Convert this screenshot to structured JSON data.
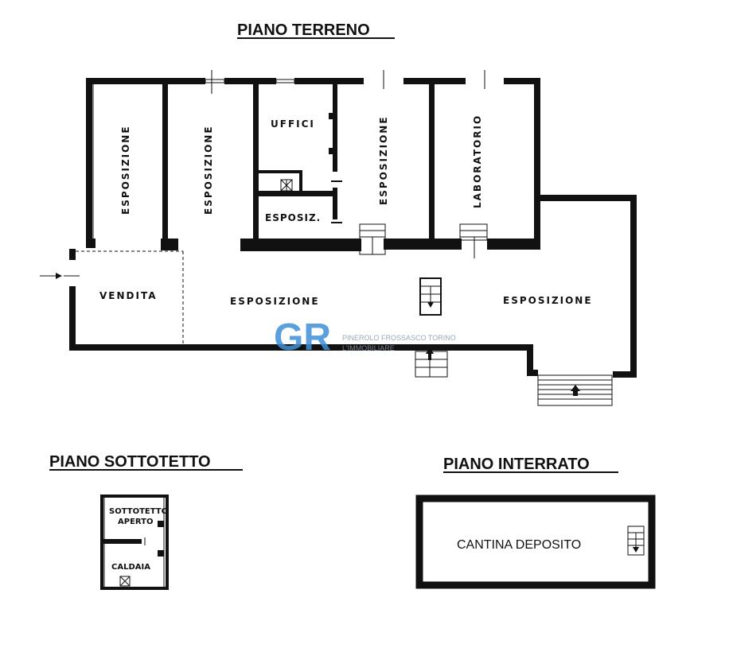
{
  "titles": {
    "ground_floor": "PIANO TERRENO",
    "attic_floor": "PIANO SOTTOTETTO",
    "basement_floor": "PIANO INTERRATO"
  },
  "ground_rooms": {
    "esposizione_1": "ESPOSIZIONE",
    "esposizione_2": "ESPOSIZIONE",
    "uffici": "UFFICI",
    "esposiz": "ESPOSIZ.",
    "esposizione_3": "ESPOSIZIONE",
    "laboratorio": "LABORATORIO",
    "vendita": "VENDITA",
    "esposizione_main": "ESPOSIZIONE",
    "esposizione_right": "ESPOSIZIONE"
  },
  "attic_rooms": {
    "sottotetto_line1": "SOTTOTETTO",
    "sottotetto_line2": "APERTO",
    "caldaia": "CALDAIA"
  },
  "basement_rooms": {
    "cantina": "CANTINA DEPOSITO"
  },
  "watermark": {
    "logo": "GR",
    "tagline": "PINEROLO  FROSSASCO  TORINO",
    "name": "L'IMMOBILIARE",
    "color": "#3f8fd6"
  }
}
